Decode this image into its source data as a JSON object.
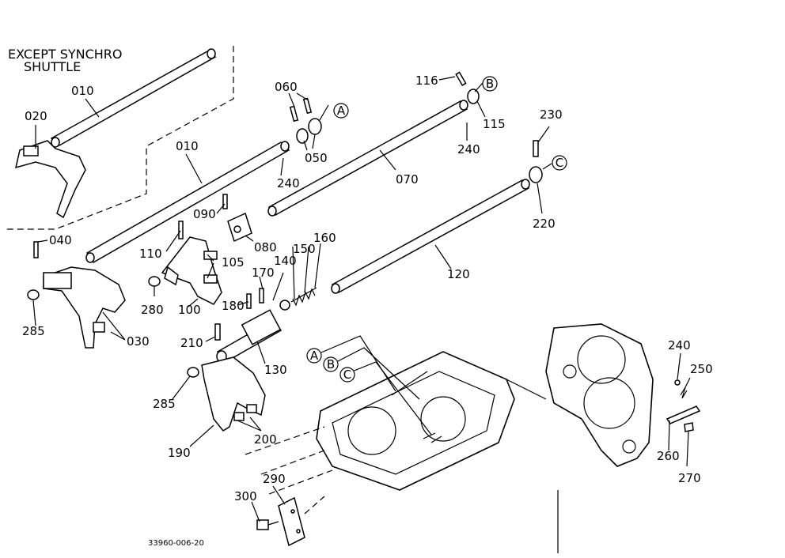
{
  "note": {
    "line1": "EXCEPT  SYNCHRO",
    "line2": "SHUTTLE"
  },
  "drawing_number": "33960-006-20",
  "callouts": {
    "c010a": "010",
    "c010b": "010",
    "c020": "020",
    "c030": "030",
    "c040": "040",
    "c050": "050",
    "c060": "060",
    "c070": "070",
    "c080": "080",
    "c090": "090",
    "c100": "100",
    "c105": "105",
    "c110": "110",
    "c115": "115",
    "c116": "116",
    "c120": "120",
    "c130": "130",
    "c140": "140",
    "c150": "150",
    "c160": "160",
    "c170": "170",
    "c180": "180",
    "c190": "190",
    "c200": "200",
    "c210": "210",
    "c220": "220",
    "c230": "230",
    "c240a": "240",
    "c240b": "240",
    "c240c": "240",
    "c250": "250",
    "c260": "260",
    "c270": "270",
    "c280": "280",
    "c285a": "285",
    "c285b": "285",
    "c290": "290",
    "c300": "300"
  },
  "ref_markers": {
    "a_top": "A",
    "b_top": "B",
    "c_top": "C",
    "a_case": "A",
    "b_case": "B",
    "c_case": "C"
  }
}
